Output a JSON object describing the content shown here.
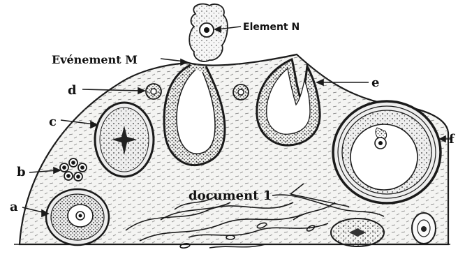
{
  "labels": {
    "element_n": "Element N",
    "evenement_m": "Evénement M",
    "d": "d",
    "e": "e",
    "c": "c",
    "b": "b",
    "a": "a",
    "f": "f",
    "document_1": "document 1"
  },
  "colors": {
    "ink": "#1a1a1a",
    "tissue": "#f4f4f2",
    "paper": "#ffffff"
  }
}
